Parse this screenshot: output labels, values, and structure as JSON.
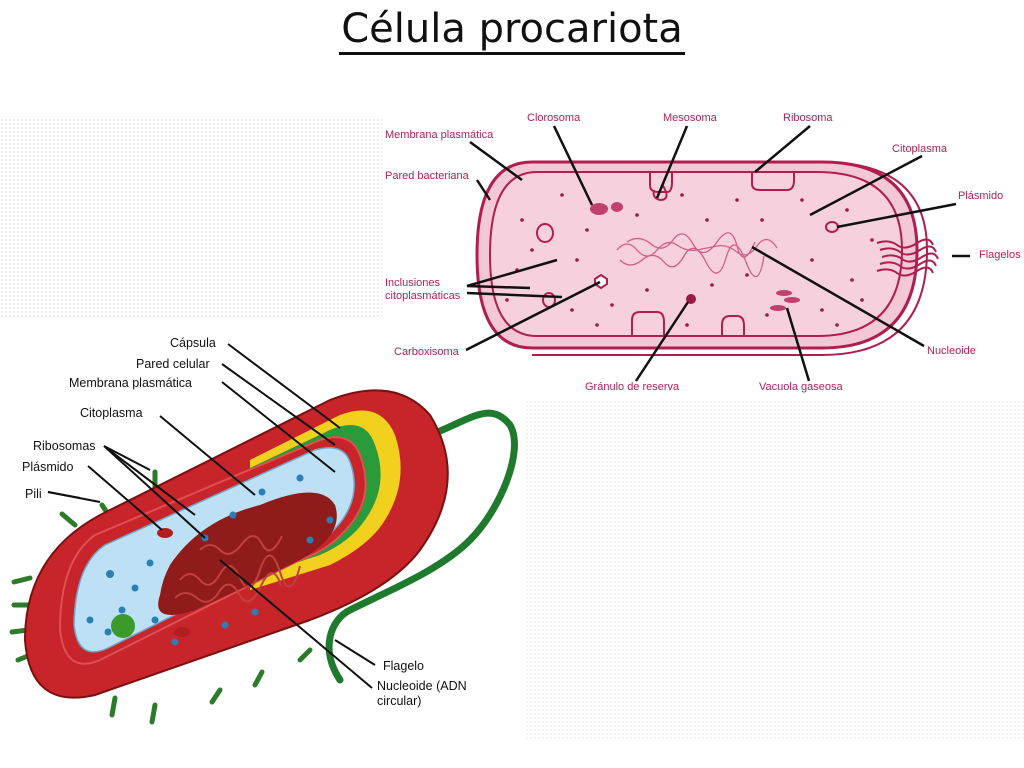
{
  "title": "Célula procariota",
  "diagram_top": {
    "labels": {
      "membrana_plasmatica": "Membrana plasmática",
      "pared_bacteriana": "Pared bacteriana",
      "clorosoma": "Clorosoma",
      "mesosoma": "Mesosoma",
      "ribosoma": "Ribosoma",
      "citoplasma": "Citoplasma",
      "plasmido": "Plásmido",
      "flagelos": "Flagelos",
      "inclusiones_1": "Inclusiones",
      "inclusiones_2": "citoplasmáticas",
      "carboxisoma": "Carboxisoma",
      "granulo": "Gránulo de reserva",
      "vacuola": "Vacuola gaseosa",
      "nucleoide": "Nucleoide"
    },
    "colors": {
      "label": "#b0205a",
      "cell_fill": "#f2b9cd",
      "cell_outline": "#b01e50",
      "line": "#111111"
    }
  },
  "diagram_bottom": {
    "labels": {
      "capsula": "Cápsula",
      "pared_celular": "Pared celular",
      "membrana_plasmatica": "Membrana plasmática",
      "citoplasma": "Citoplasma",
      "ribosomas": "Ribosomas",
      "plasmido": "Plásmido",
      "pili": "Pili",
      "flagelo": "Flagelo",
      "nucleoide_1": "Nucleoide (ADN",
      "nucleoide_2": "circular)"
    },
    "colors": {
      "capsule": "#c8252b",
      "wall": "#f2d11e",
      "membrane": "#2a9a3a",
      "cytoplasm": "#bde0f5",
      "dna": "#8f1b1b",
      "flagellum": "#2a8a3a"
    }
  }
}
